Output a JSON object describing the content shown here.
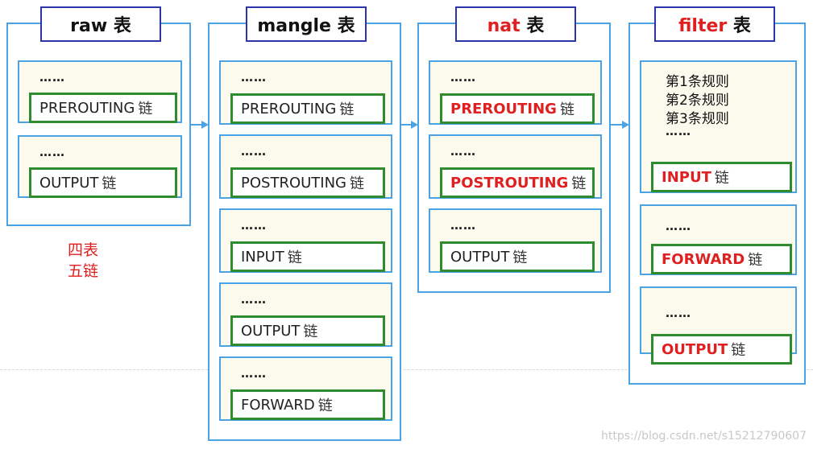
{
  "tables": [
    {
      "title": "raw 表",
      "title_color": "#111111",
      "chains": [
        {
          "dots": "……",
          "label": "PREROUTING",
          "suffix": "链",
          "red": false
        },
        {
          "dots": "……",
          "label": "OUTPUT",
          "suffix": "链",
          "red": false
        }
      ]
    },
    {
      "title": "mangle 表",
      "title_color": "#111111",
      "chains": [
        {
          "dots": "……",
          "label": "PREROUTING",
          "suffix": "链",
          "red": false
        },
        {
          "dots": "……",
          "label": "POSTROUTING",
          "suffix": "链",
          "red": false
        },
        {
          "dots": "……",
          "label": "INPUT",
          "suffix": "链",
          "red": false
        },
        {
          "dots": "……",
          "label": "OUTPUT",
          "suffix": "链",
          "red": false
        },
        {
          "dots": "……",
          "label": "FORWARD",
          "suffix": "链",
          "red": false
        }
      ]
    },
    {
      "title": "nat 表",
      "title_color": "#e02020",
      "chains": [
        {
          "dots": "……",
          "label": "PREROUTING",
          "suffix": "链",
          "red": true
        },
        {
          "dots": "……",
          "label": "POSTROUTING",
          "suffix": "链",
          "red": true
        },
        {
          "dots": "……",
          "label": "OUTPUT",
          "suffix": "链",
          "red": false
        }
      ]
    },
    {
      "title": "filter 表",
      "title_color": "#e02020",
      "rules": [
        "第1条规则",
        "第2条规则",
        "第3条规则"
      ],
      "chains": [
        {
          "dots": "……",
          "label": "INPUT",
          "suffix": "链",
          "red": true
        },
        {
          "dots": "……",
          "label": "FORWARD",
          "suffix": "链",
          "red": true
        },
        {
          "dots": "……",
          "label": "OUTPUT",
          "suffix": "链",
          "red": true
        }
      ]
    }
  ],
  "note": [
    "四表",
    "五链"
  ],
  "watermark": "https://blog.csdn.net/s15212790607",
  "colors": {
    "table_border": "#4ba3e3",
    "title_border": "#2b34a8",
    "chain_fill": "#fbfaec",
    "label_border": "#2e8b2e",
    "highlight": "#e02020"
  }
}
